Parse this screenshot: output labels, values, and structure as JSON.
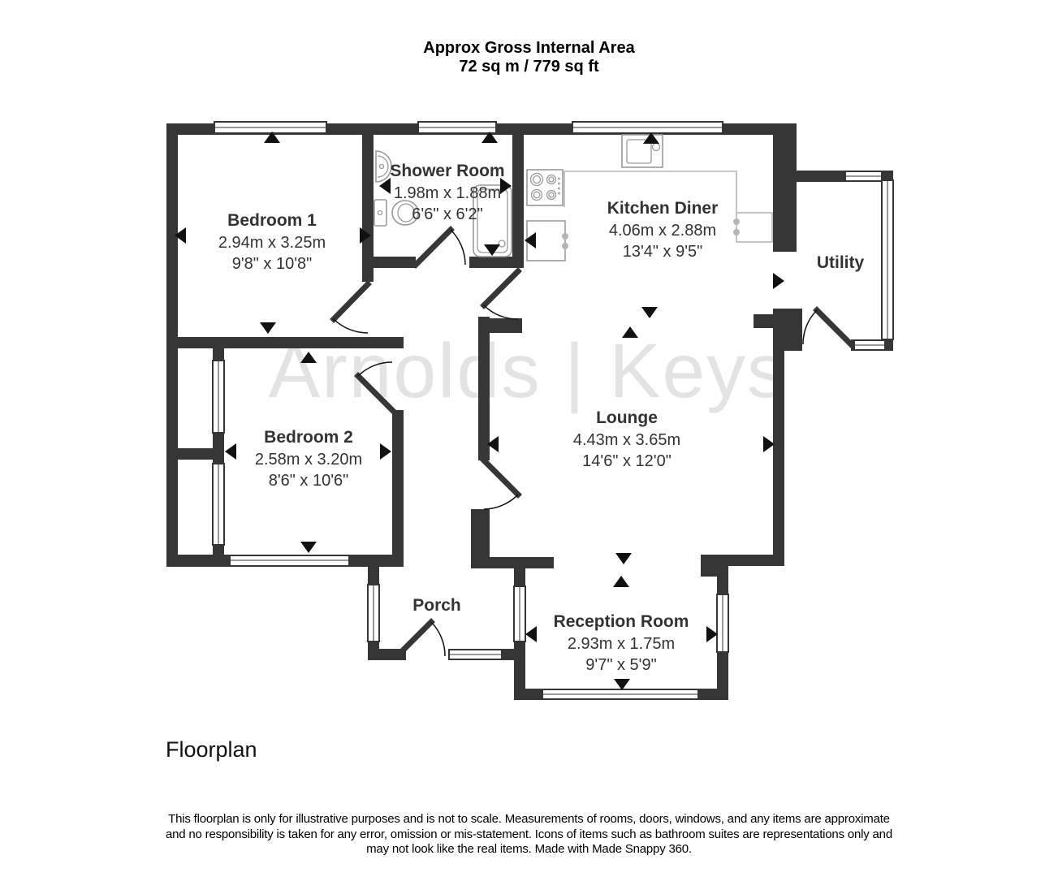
{
  "header": {
    "title_line1": "Approx Gross Internal Area",
    "title_line2": "72 sq m / 779 sq ft"
  },
  "watermark": {
    "text": "Arnolds | Keys"
  },
  "rooms": {
    "bedroom1": {
      "name": "Bedroom 1",
      "metric": "2.94m x 3.25m",
      "imperial": "9'8\" x 10'8\""
    },
    "shower": {
      "name": "Shower Room",
      "metric": "1.98m x 1.88m",
      "imperial": "6'6\" x 6'2\""
    },
    "kitchen": {
      "name": "Kitchen Diner",
      "metric": "4.06m x 2.88m",
      "imperial": "13'4\" x 9'5\""
    },
    "utility": {
      "name": "Utility"
    },
    "bedroom2": {
      "name": "Bedroom 2",
      "metric": "2.58m x 3.20m",
      "imperial": "8'6\" x 10'6\""
    },
    "lounge": {
      "name": "Lounge",
      "metric": "4.43m x 3.65m",
      "imperial": "14'6\" x 12'0\""
    },
    "porch": {
      "name": "Porch"
    },
    "reception": {
      "name": "Reception Room",
      "metric": "2.93m x 1.75m",
      "imperial": "9'7\" x 5'9\""
    }
  },
  "icons": {
    "basin": "basin-icon",
    "toilet": "toilet-icon",
    "shower_tray": "shower-tray-icon",
    "kitchen_sink": "kitchen-sink-icon",
    "hob": "hob-icon",
    "oven": "oven-icon"
  },
  "colors": {
    "wall": "#363636",
    "label": "#333333",
    "watermark": "#e3e3e3",
    "fixture_stroke": "#9a9a9a",
    "counter_stroke": "#b5b5b5",
    "arrow": "#111111",
    "background": "#ffffff"
  },
  "footer": {
    "plan_label": "Floorplan",
    "disclaimer_line1": "This floorplan is only for illustrative purposes and is not to scale. Measurements of rooms, doors, windows, and any items are approximate",
    "disclaimer_line2": "and no responsibility is taken for any error, omission or mis-statement. Icons of items such as bathroom suites are representations only and",
    "disclaimer_line3": "may not look like the real items. Made with Made Snappy 360."
  }
}
